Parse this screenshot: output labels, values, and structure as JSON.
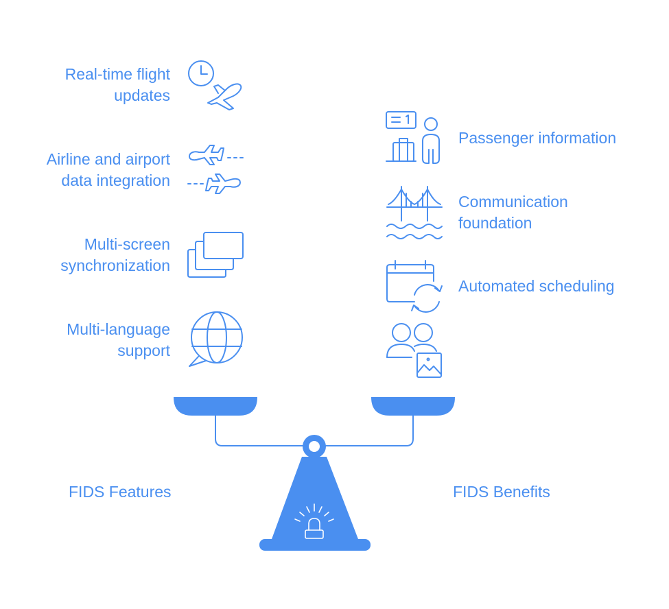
{
  "features": {
    "caption": "FIDS Features",
    "items": [
      {
        "line1": "Real-time flight",
        "line2": "updates",
        "icon": "clock-plane-icon"
      },
      {
        "line1": "Airline and airport",
        "line2": "data integration",
        "icon": "planes-exchange-icon"
      },
      {
        "line1": "Multi-screen",
        "line2": "synchronization",
        "icon": "stacked-screens-icon"
      },
      {
        "line1": "Multi-language",
        "line2": "support",
        "icon": "globe-speech-icon"
      }
    ]
  },
  "benefits": {
    "caption": "FIDS Benefits",
    "items": [
      {
        "line1": "Passenger information",
        "line2": "",
        "icon": "passenger-luggage-icon"
      },
      {
        "line1": "Communication",
        "line2": "foundation",
        "icon": "bridge-icon"
      },
      {
        "line1": "Automated scheduling",
        "line2": "",
        "icon": "calendar-refresh-icon"
      },
      {
        "line1": "",
        "line2": "",
        "icon": "people-picture-icon"
      }
    ]
  },
  "colors": {
    "accent": "#4a8ff0",
    "scale": "#4a8ff0"
  }
}
